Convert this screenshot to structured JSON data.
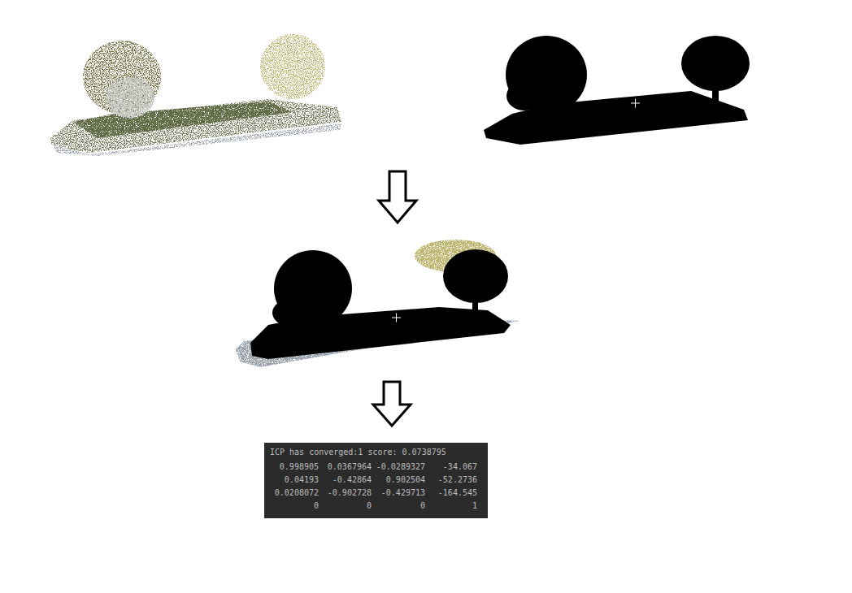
{
  "diagram": {
    "nodes": [
      {
        "text": [
          "ICP has converged:1 score: 0.0738795",
          "0.998905",
          "0.0367964",
          "-0.0289327",
          "-34.067",
          "0.04193",
          "-0.42864",
          "0.902504",
          "-52.2736",
          "0.0208072",
          "-0.902728",
          "-0.429713",
          "-164.545",
          "0",
          "0",
          "0",
          "1"
        ]
      }
    ]
  }
}
